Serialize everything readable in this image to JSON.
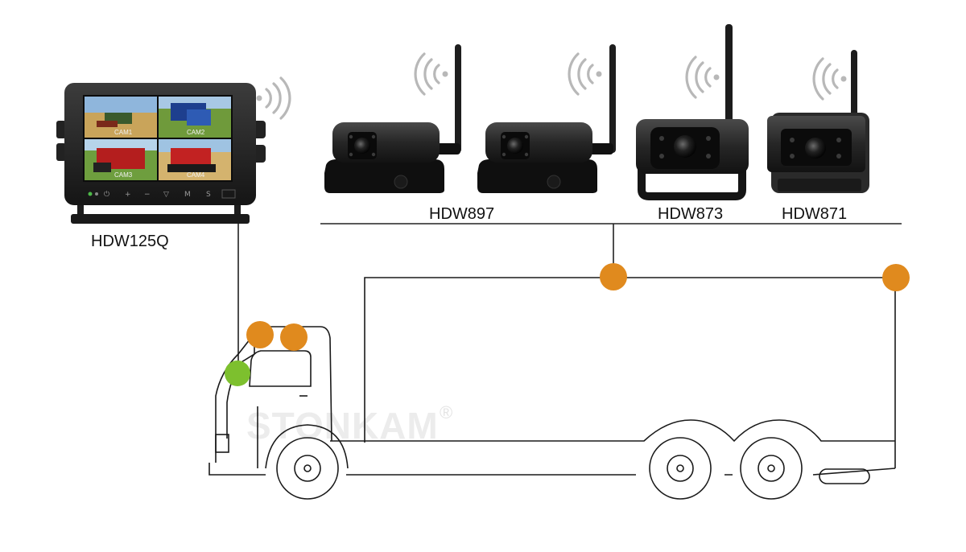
{
  "products": {
    "monitor": {
      "model": "HDW125Q",
      "screens": [
        "CAM1",
        "CAM2",
        "CAM3",
        "CAM4"
      ],
      "buttons": [
        "⏻",
        "+",
        "−",
        "▽",
        "M",
        "S"
      ]
    },
    "camera_group_1": {
      "model": "HDW897"
    },
    "camera_873": {
      "model": "HDW873"
    },
    "camera_871": {
      "model": "HDW871"
    }
  },
  "watermark": {
    "brand": "STONKAM",
    "mark": "®"
  },
  "colors": {
    "mount_point": "#e08a1e",
    "monitor_point": "#7dc02e",
    "line": "#222222"
  }
}
